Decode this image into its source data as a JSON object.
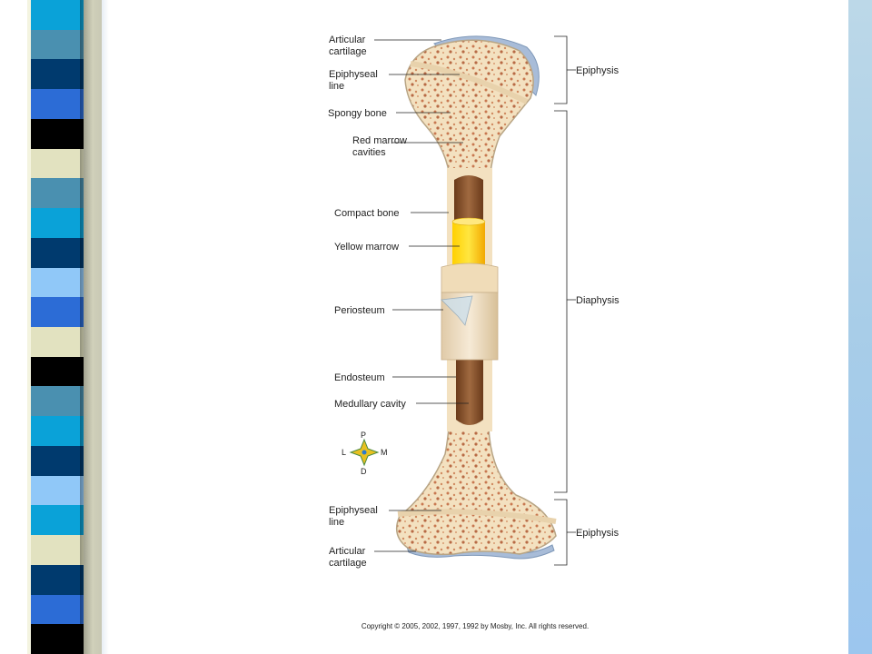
{
  "labels": {
    "articular_cartilage_top": [
      "Articular",
      "cartilage"
    ],
    "epiphyseal_line_top": [
      "Epiphyseal",
      "line"
    ],
    "spongy_bone": "Spongy bone",
    "red_marrow": [
      "Red marrow",
      "cavities"
    ],
    "compact_bone": "Compact bone",
    "yellow_marrow": "Yellow marrow",
    "periosteum": "Periosteum",
    "endosteum": "Endosteum",
    "medullary_cavity": "Medullary cavity",
    "epiphyseal_line_bottom": [
      "Epiphyseal",
      "line"
    ],
    "articular_cartilage_bottom": [
      "Articular",
      "cartilage"
    ]
  },
  "regions": {
    "epiphysis_top": "Epiphysis",
    "diaphysis": "Diaphysis",
    "epiphysis_bottom": "Epiphysis"
  },
  "compass": {
    "p": "P",
    "d": "D",
    "l": "L",
    "m": "M"
  },
  "copyright": "Copyright © 2005, 2002, 1997, 1992 by Mosby, Inc. All rights reserved.",
  "colors": {
    "bone": "#f3e1c0",
    "bone_outline": "#b8a585",
    "spongy_dot": "#c87850",
    "cartilage": "#a8bcd8",
    "marrow_cavity": "#8a5028",
    "yellow_marrow": "#ffc400",
    "periosteum": "#f2e0c6"
  },
  "stripe_colors": [
    "#0aa2d8",
    "#4a90b0",
    "#003a6e",
    "#2c6cd6",
    "#000000",
    "#e2e2c0",
    "#4a90b0",
    "#0aa2d8",
    "#003a6e",
    "#90c8f8",
    "#2c6cd6",
    "#e2e2c0",
    "#000000",
    "#4a90b0",
    "#0aa2d8",
    "#003a6e",
    "#90c8f8",
    "#0aa2d8",
    "#e2e2c0",
    "#003a6e",
    "#2c6cd6",
    "#000000"
  ]
}
